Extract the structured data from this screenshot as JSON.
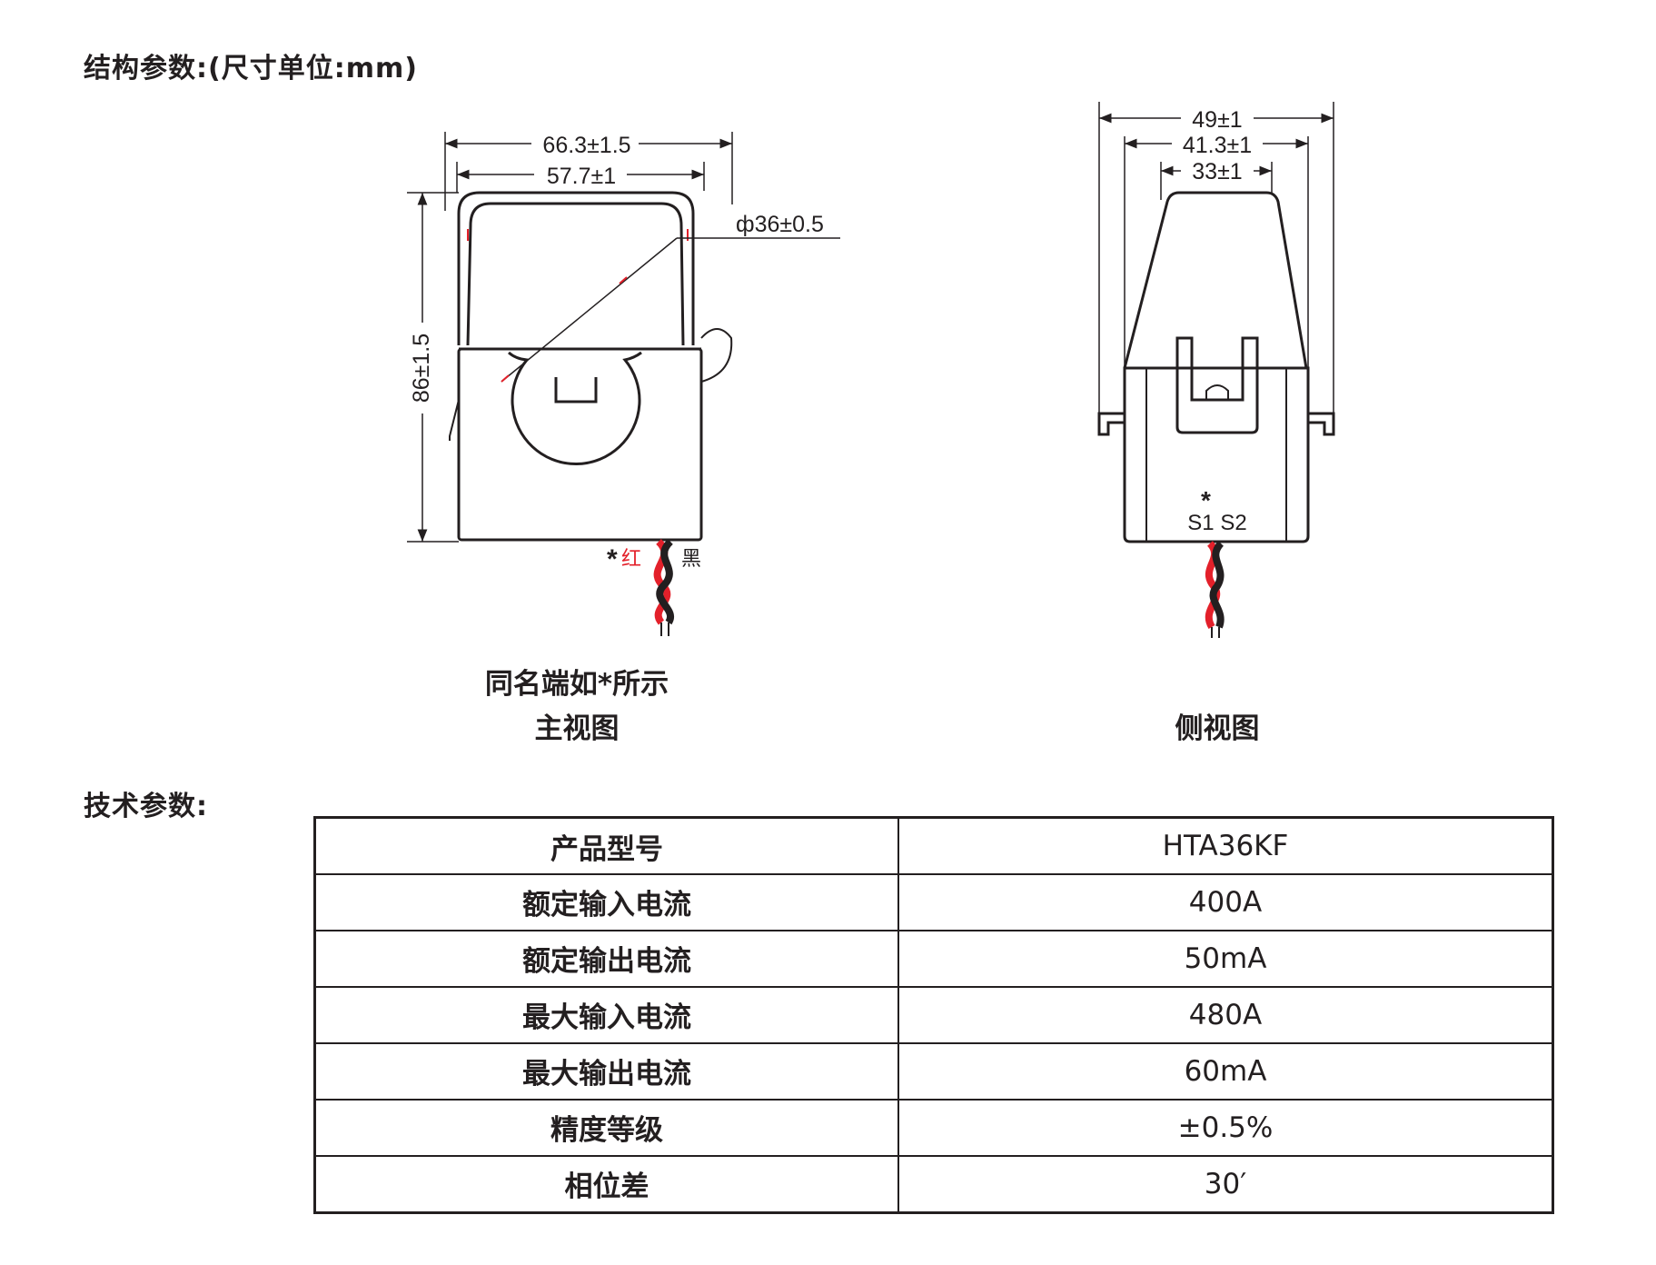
{
  "headings": {
    "structure": "结构参数:(尺寸单位:mm)",
    "technical": "技术参数:"
  },
  "front_view": {
    "dim_outer_width": "66.3±1.5",
    "dim_inner_width": "57.7±1",
    "dim_height": "86±1.5",
    "dim_diameter": "ф36±0.5",
    "marker": "*",
    "wire_red_label": "红",
    "wire_black_label": "黑",
    "note": "同名端如*所示",
    "caption": "主视图"
  },
  "side_view": {
    "dim_outer": "49±1",
    "dim_middle": "41.3±1",
    "dim_inner": "33±1",
    "marker": "*",
    "terminal_labels": "S1 S2",
    "caption": "侧视图"
  },
  "spec_table": {
    "rows": [
      {
        "label": "产品型号",
        "value": "HTA36KF"
      },
      {
        "label": "额定输入电流",
        "value": "400A"
      },
      {
        "label": "额定输出电流",
        "value": "50mA"
      },
      {
        "label": "最大输入电流",
        "value": "480A"
      },
      {
        "label": "最大输出电流",
        "value": "60mA"
      },
      {
        "label": "精度等级",
        "value": "±0.5%"
      },
      {
        "label": "相位差",
        "value": "30′"
      }
    ]
  },
  "colors": {
    "line": "#231f20",
    "wire_red": "#e3202a",
    "wire_black": "#231f20"
  }
}
